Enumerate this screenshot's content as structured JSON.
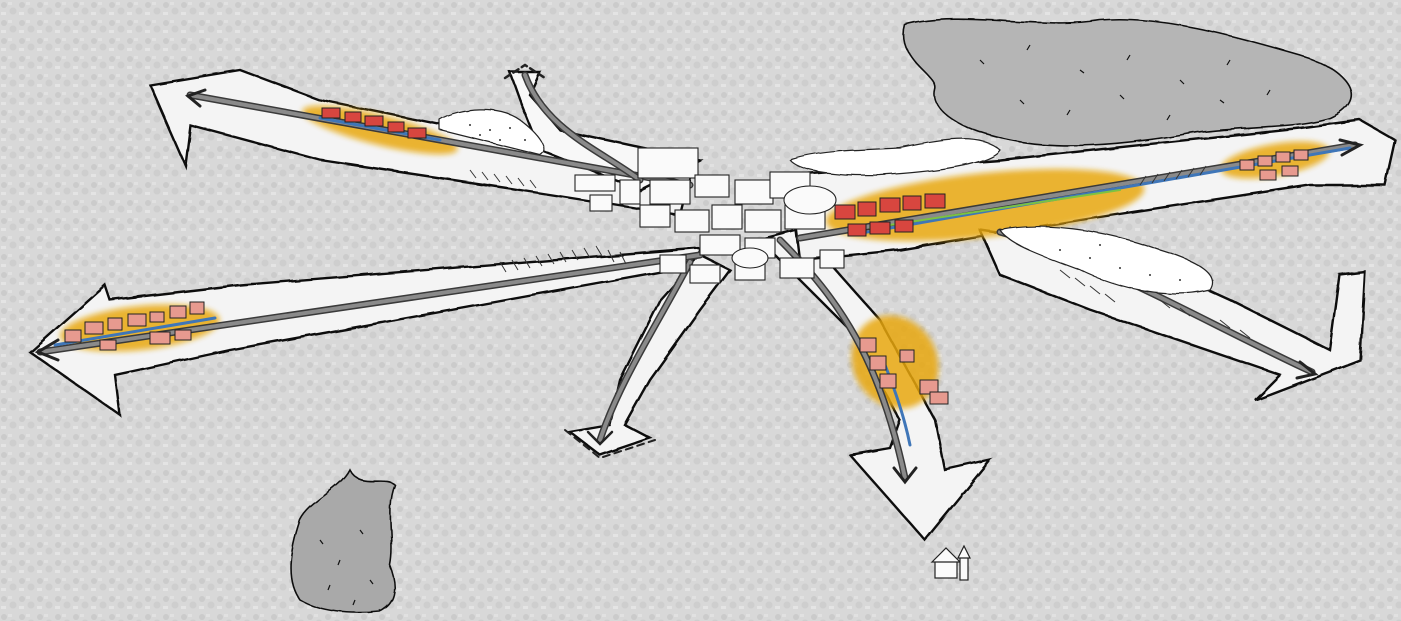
{
  "diagram": {
    "type": "sketch-overlay-on-aerial",
    "labels": [],
    "colors": {
      "aerial_base": "#d5d5d5",
      "aerial_texture_dark": "#b9b9b9",
      "aerial_texture_light": "#ececec",
      "corridor_fill": "#f4f4f4",
      "outline": "#111111",
      "arrow_shaft": "#7a7a7a",
      "arrow_shaft_edge": "#3a3a3a",
      "highlight": "#e8a70a",
      "building_red": "#d8463f",
      "building_pink": "#e79a8f",
      "street_blue": "#3f76b8",
      "street_green": "#7cc242",
      "green_space": "#b5b5b5"
    },
    "arrows": [
      {
        "id": "west",
        "highlight": true
      },
      {
        "id": "northwest",
        "highlight": true
      },
      {
        "id": "north",
        "highlight": false,
        "dashed": true
      },
      {
        "id": "south-west",
        "highlight": false,
        "dashed": true
      },
      {
        "id": "south",
        "highlight": true
      },
      {
        "id": "east",
        "highlight": true
      },
      {
        "id": "southeast",
        "highlight": false
      }
    ]
  }
}
